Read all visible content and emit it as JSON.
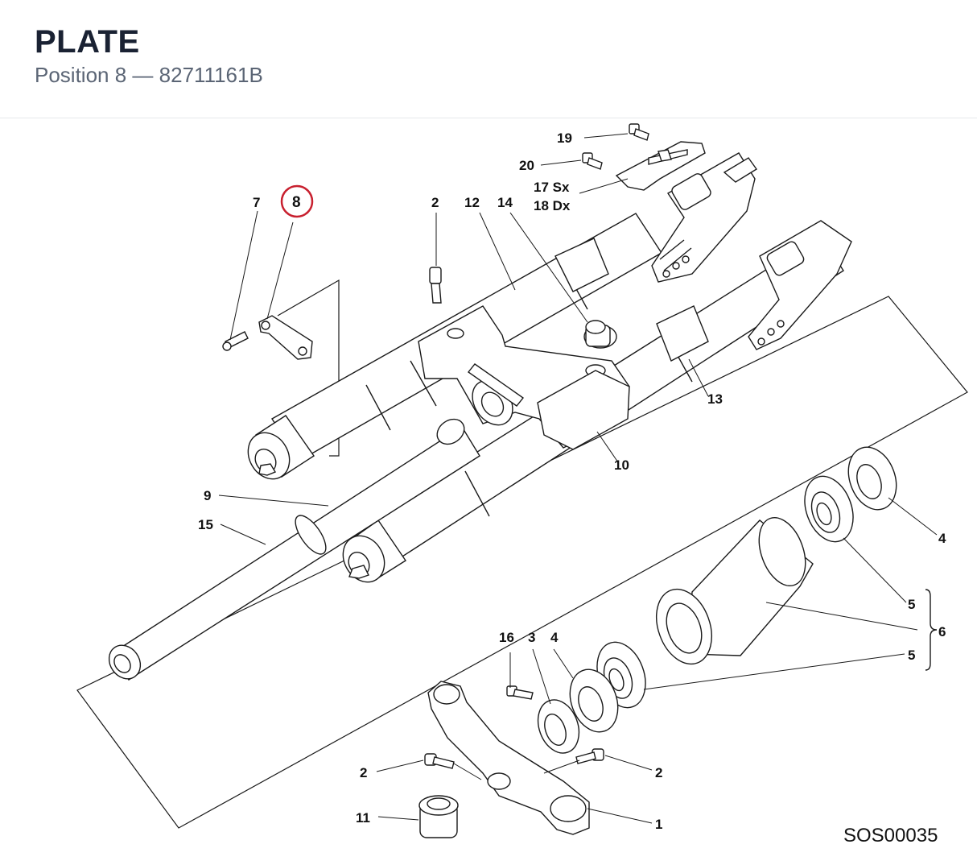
{
  "header": {
    "title": "PLATE",
    "position_label": "Position 8",
    "separator": "—",
    "part_number": "82711161B"
  },
  "diagram": {
    "highlight_color": "#c8202f",
    "highlighted_label": "8",
    "drawing_code": "SOS00035",
    "labels": {
      "l19": "19",
      "l20": "20",
      "l17": "17 Sx",
      "l18": "18 Dx",
      "l7": "7",
      "l8": "8",
      "l2a": "2",
      "l12": "12",
      "l14": "14",
      "l13": "13",
      "l10": "10",
      "l9": "9",
      "l15": "15",
      "l4a": "4",
      "l5a": "5",
      "l6": "6",
      "l5b": "5",
      "l16": "16",
      "l3": "3",
      "l4b": "4",
      "l2b": "2",
      "l2c": "2",
      "l11": "11",
      "l1": "1"
    }
  }
}
